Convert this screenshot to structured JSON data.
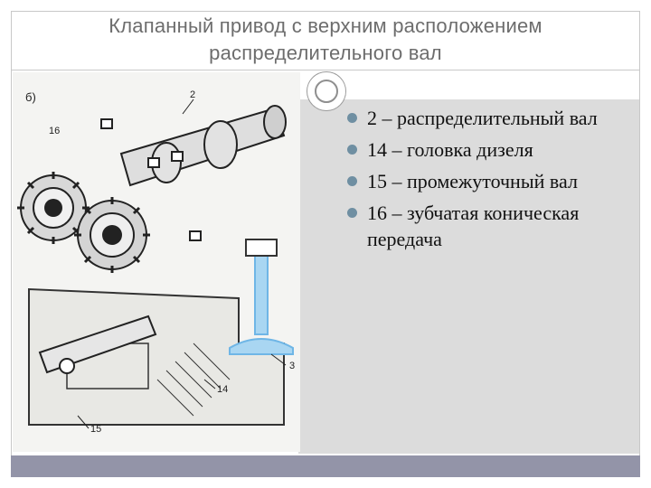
{
  "slide": {
    "title_line_1": "Клапанный привод с верхним расположением",
    "title_line_2": "распределительного вал",
    "colors": {
      "panel": "#dcdcdc",
      "band": "#9394a8",
      "valve_highlight": "#6fb6e6",
      "bullet": "#6f8fa2"
    }
  },
  "figure": {
    "label_b": "б)",
    "callouts": [
      "2",
      "16",
      "3",
      "14",
      "15"
    ]
  },
  "bullets": [
    {
      "text": "2 – распределительный вал"
    },
    {
      "text": "14 – головка дизеля"
    },
    {
      "text": "15 – промежуточный вал"
    },
    {
      "text": "16 – зубчатая коническая передача"
    }
  ]
}
